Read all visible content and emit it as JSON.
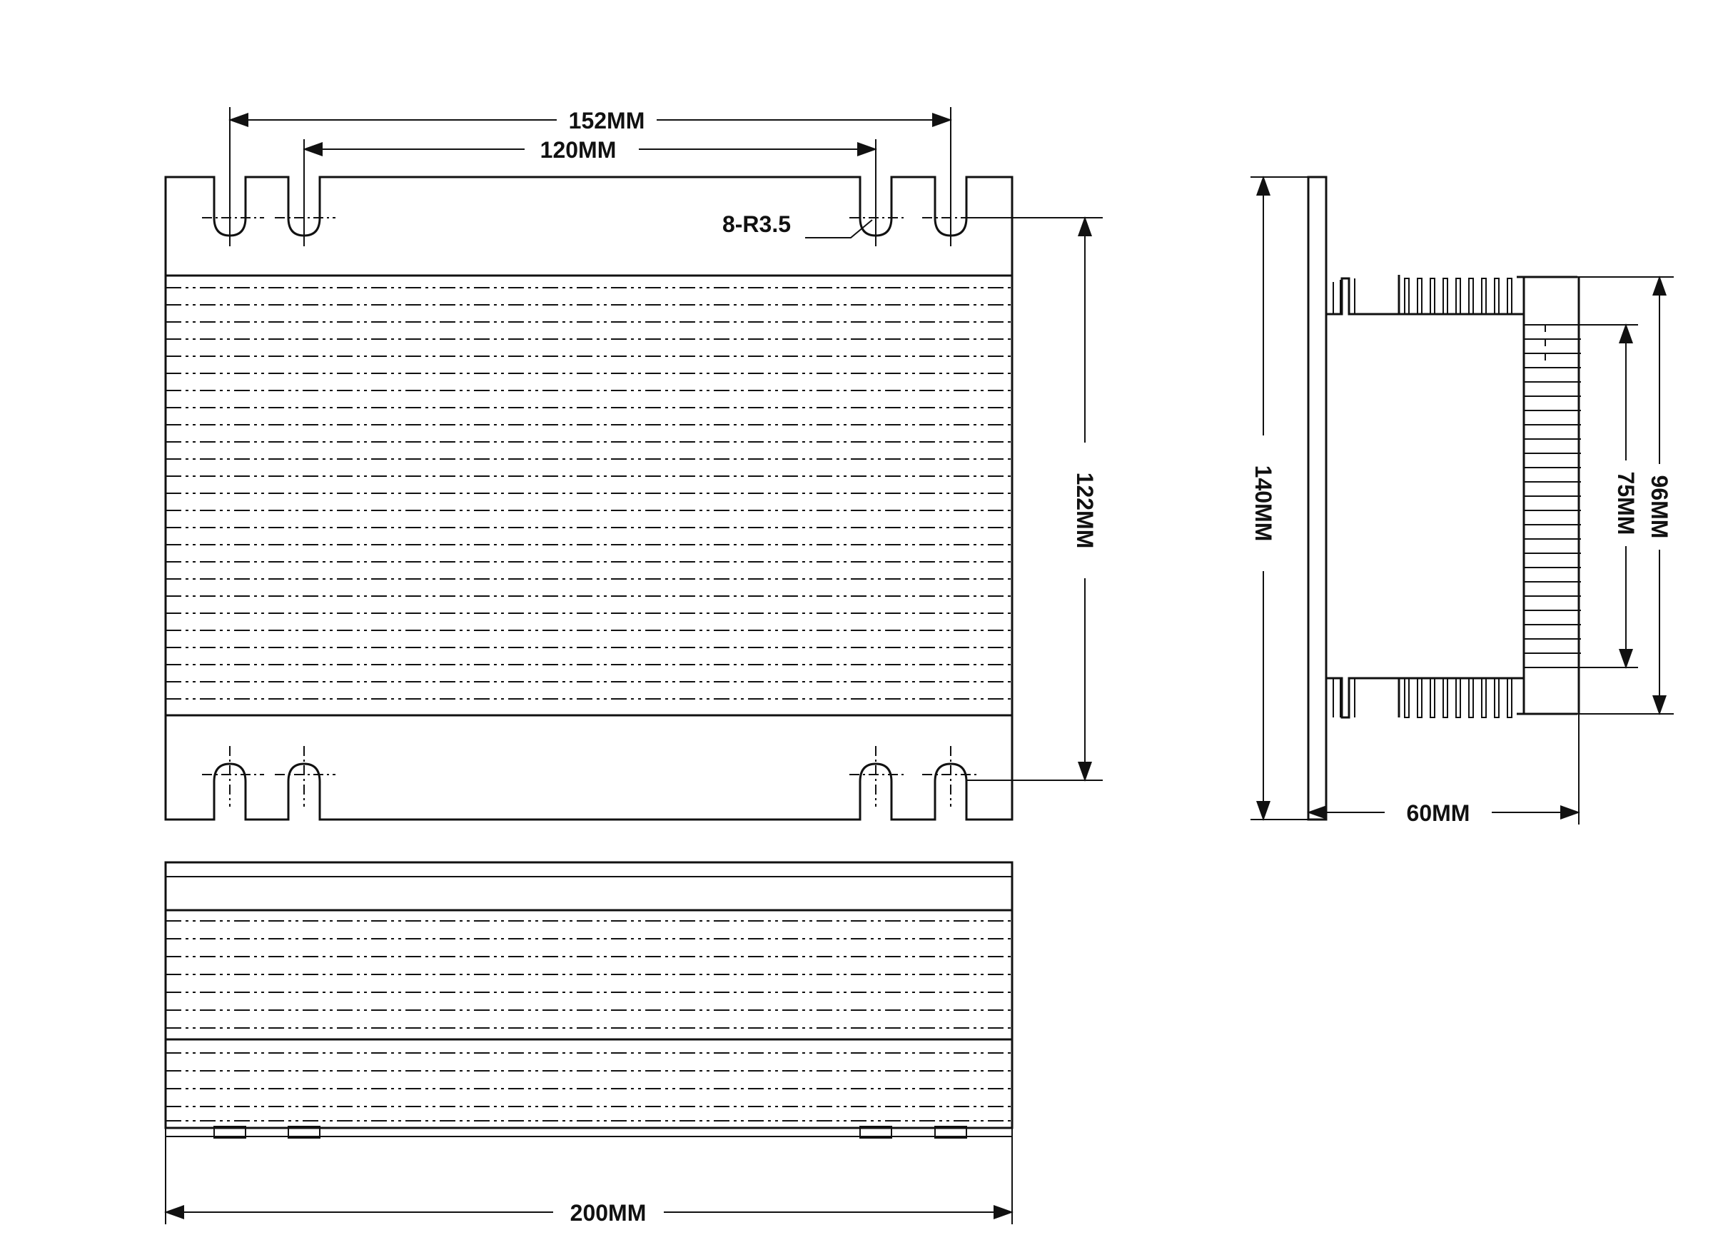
{
  "dimensions": {
    "outer_hole_span": "152MM",
    "inner_hole_span": "120MM",
    "hole_radius": "8-R3.5",
    "plate_height": "122MM",
    "overall_length": "200MM",
    "side_height": "140MM",
    "fin_block_height": "96MM",
    "inner_fin_height": "75MM",
    "depth": "60MM"
  },
  "colors": {
    "line": "#111111",
    "background": "#ffffff"
  }
}
